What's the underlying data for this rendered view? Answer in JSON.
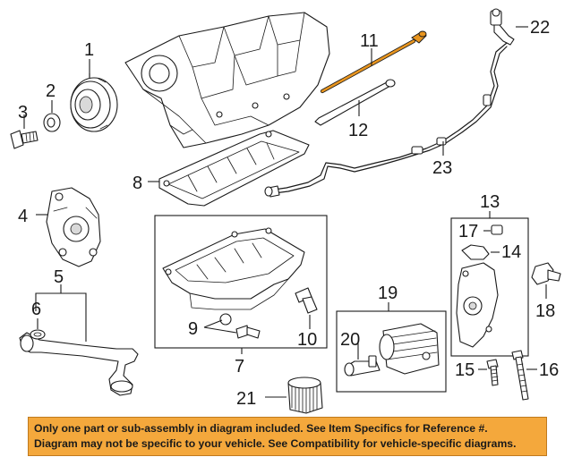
{
  "callouts": {
    "c1": "1",
    "c2": "2",
    "c3": "3",
    "c4": "4",
    "c5": "5",
    "c6": "6",
    "c7": "7",
    "c8": "8",
    "c9": "9",
    "c10": "10",
    "c11": "11",
    "c12": "12",
    "c13": "13",
    "c14": "14",
    "c15": "15",
    "c16": "16",
    "c17": "17",
    "c18": "18",
    "c19": "19",
    "c20": "20",
    "c21": "21",
    "c22": "22",
    "c23": "23"
  },
  "disclaimer": {
    "line1": "Only one part or sub-assembly in diagram included. See Item Specifics for Reference #.",
    "line2": "Diagram may not be specific to your vehicle. See Compatibility for vehicle-specific diagrams."
  },
  "colors": {
    "banner": "#f4a83c",
    "dipstick_highlight": "#e8951f",
    "line": "#1a1a1a"
  }
}
